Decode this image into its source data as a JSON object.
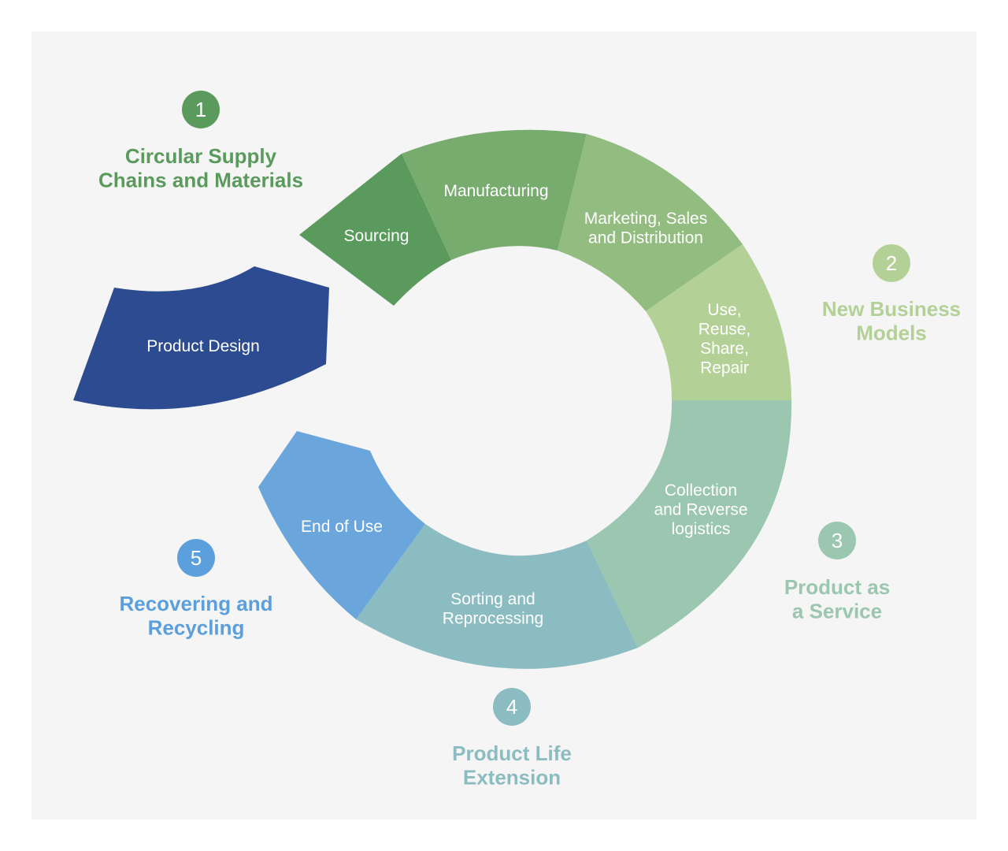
{
  "colors": {
    "background": "#f5f5f5",
    "sourcing": "#5a9a5c",
    "manufacturing": "#78ab6e",
    "marketing": "#93bd80",
    "use": "#b3d197",
    "collection": "#9bc6af",
    "sorting": "#8bbcc1",
    "end_of_use": "#6aa6dc",
    "product_design": "#2c4b90",
    "group1": "#5a9a5c",
    "group2": "#b3d197",
    "group3": "#9bc6af",
    "group4": "#8bbcc1",
    "group5": "#5b9fdc"
  },
  "segments": [
    {
      "id": "product-design",
      "lines": [
        "Product Design"
      ]
    },
    {
      "id": "sourcing",
      "lines": [
        "Sourcing"
      ]
    },
    {
      "id": "manufacturing",
      "lines": [
        "Manufacturing"
      ]
    },
    {
      "id": "marketing",
      "lines": [
        "Marketing, Sales",
        "and Distribution"
      ]
    },
    {
      "id": "use",
      "lines": [
        "Use,",
        "Reuse,",
        "Share,",
        "Repair"
      ]
    },
    {
      "id": "collection",
      "lines": [
        "Collection",
        "and Reverse",
        "logistics"
      ]
    },
    {
      "id": "sorting",
      "lines": [
        "Sorting and",
        "Reprocessing"
      ]
    },
    {
      "id": "end-of-use",
      "lines": [
        "End of Use"
      ]
    }
  ],
  "groups": [
    {
      "number": "1",
      "lines": [
        "Circular Supply",
        "Chains and Materials"
      ]
    },
    {
      "number": "2",
      "lines": [
        "New Business",
        "Models"
      ]
    },
    {
      "number": "3",
      "lines": [
        "Product as",
        "a Service"
      ]
    },
    {
      "number": "4",
      "lines": [
        "Product Life",
        "Extension"
      ]
    },
    {
      "number": "5",
      "lines": [
        "Recovering and",
        "Recycling"
      ]
    }
  ]
}
